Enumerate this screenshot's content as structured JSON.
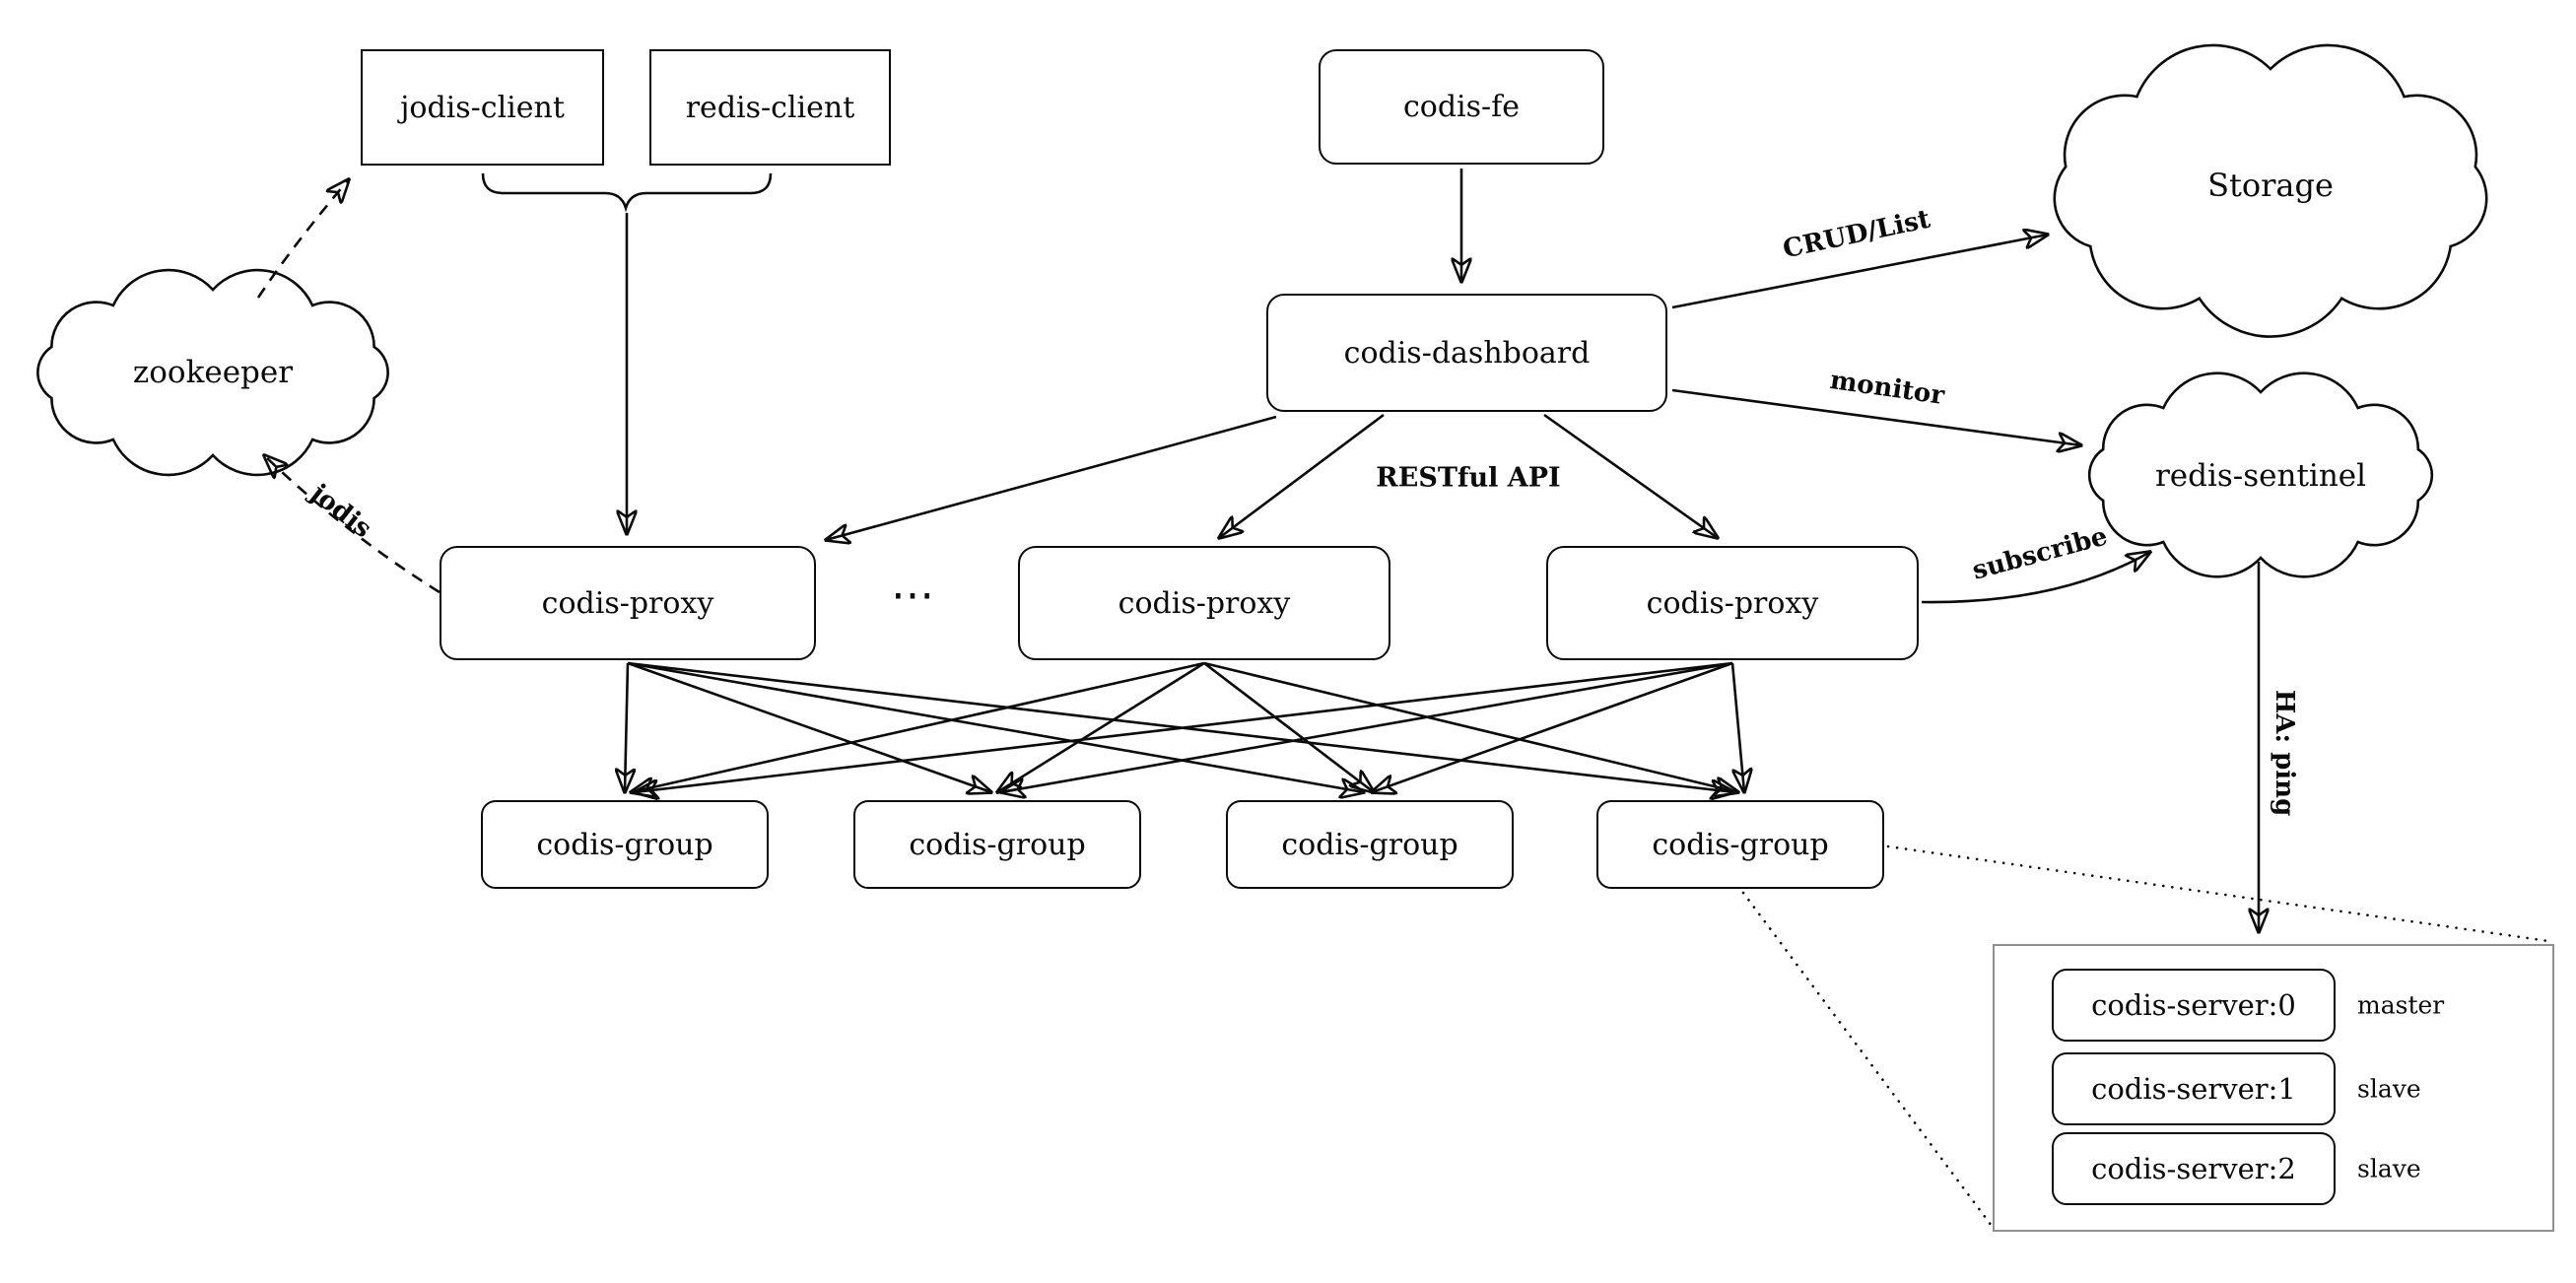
{
  "nodes": {
    "clients": [
      "jodis-client",
      "redis-client"
    ],
    "codis_fe": "codis-fe",
    "codis_dashboard": "codis-dashboard",
    "storage": "Storage",
    "zookeeper": "zookeeper",
    "redis_sentinel": "redis-sentinel",
    "proxies": [
      "codis-proxy",
      "codis-proxy",
      "codis-proxy"
    ],
    "proxy_ellipsis": "⋯",
    "groups": [
      "codis-group",
      "codis-group",
      "codis-group",
      "codis-group"
    ],
    "servers": [
      {
        "label": "codis-server:0",
        "role": "master"
      },
      {
        "label": "codis-server:1",
        "role": "slave"
      },
      {
        "label": "codis-server:2",
        "role": "slave"
      }
    ]
  },
  "edge_labels": {
    "crud_list": "CRUD/List",
    "monitor": "monitor",
    "restful_api": "RESTful API",
    "subscribe": "subscribe",
    "jodis": "jodis",
    "ha_ping": "HA: ping"
  },
  "colors": {
    "stroke": "#000000",
    "detail_container_border": "#8f8f8f",
    "background": "#ffffff"
  }
}
